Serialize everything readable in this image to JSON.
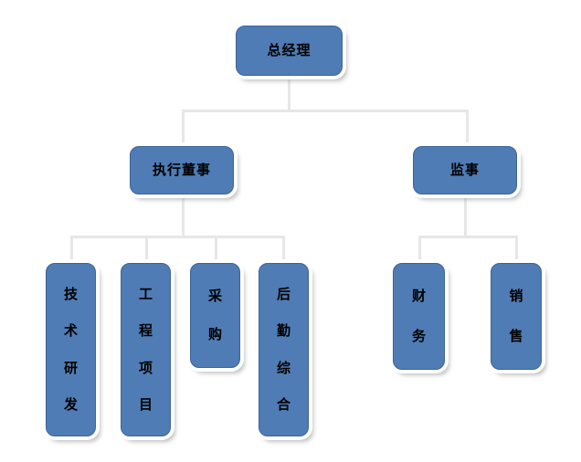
{
  "org_chart": {
    "nodes": [
      {
        "id": "general-manager",
        "label": "总经理",
        "parent": null
      },
      {
        "id": "executive-director",
        "label": "执行董事",
        "parent": "general-manager"
      },
      {
        "id": "supervisor",
        "label": "监事",
        "parent": "general-manager"
      },
      {
        "id": "tech-rd",
        "label": "技术研发",
        "parent": "executive-director"
      },
      {
        "id": "engineering-projects",
        "label": "工程项目",
        "parent": "executive-director"
      },
      {
        "id": "procurement",
        "label": "采购",
        "parent": "executive-director"
      },
      {
        "id": "logistics-general",
        "label": "后勤综合",
        "parent": "executive-director"
      },
      {
        "id": "finance",
        "label": "财务",
        "parent": "supervisor"
      },
      {
        "id": "sales",
        "label": "销售",
        "parent": "supervisor"
      }
    ],
    "colors": {
      "node_fill": "#4f7cb5",
      "node_border": "#3d6398",
      "node_outer_ring": "#ffffff",
      "connector": "#e7e7e7",
      "text": "#000000",
      "background": "#ffffff"
    }
  }
}
